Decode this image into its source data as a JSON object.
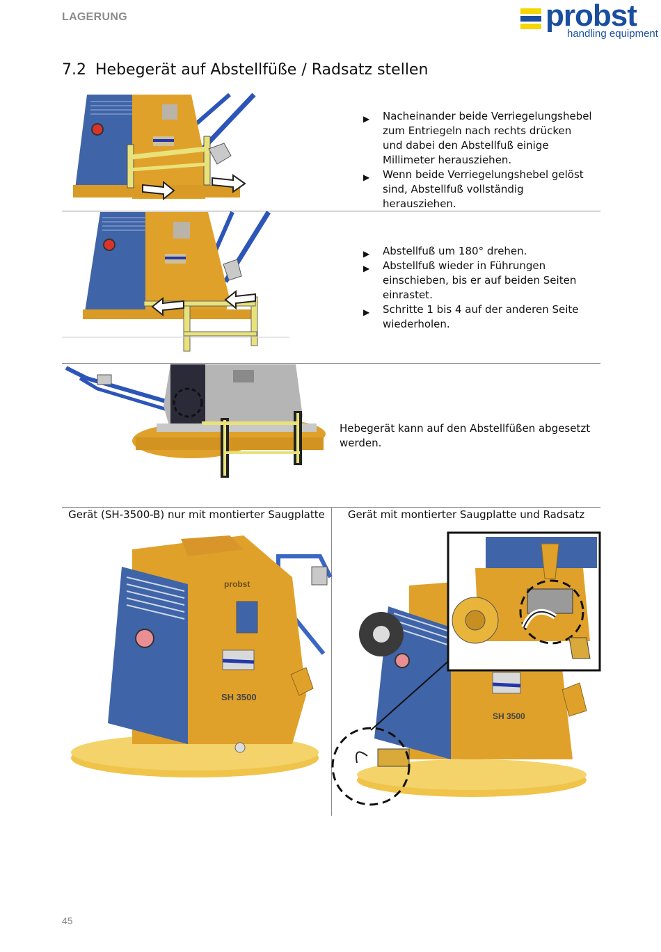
{
  "header": {
    "section": "LAGERUNG",
    "logo_word": "probst",
    "logo_sub": "handling equipment"
  },
  "title": {
    "number": "7.2",
    "text": "Hebegerät auf Abstellfüße / Radsatz stellen"
  },
  "step1": {
    "bullets": [
      "Nacheinander beide Verriegelungshebel zum Entriegeln nach rechts drücken und dabei den Abstellfuß einige Millimeter herausziehen.",
      "Wenn beide Verriegelungshebel gelöst sind, Abstellfuß vollständig herausziehen."
    ]
  },
  "step2": {
    "bullets": [
      "Abstellfuß um 180° drehen.",
      "Abstellfuß wieder in Führungen einschieben, bis er auf beiden Seiten einrastet.",
      "Schritte 1 bis 4 auf der anderen Seite wiederholen."
    ]
  },
  "step3": {
    "text": "Hebegerät kann auf den Abstellfüßen abgesetzt werden."
  },
  "comparison": {
    "left_caption": "Gerät (SH-3500-B) nur mit montierter Saugplatte",
    "right_caption": "Gerät mit montierter Saugplatte und Radsatz"
  },
  "machine_labels": {
    "left": "SH 3500",
    "right": "SH 3500",
    "brand_plate": "probst"
  },
  "colors": {
    "frame_orange": "#e0a12a",
    "panel_blue": "#3f64a8",
    "plate_yellow": "#f0c44a",
    "foot_yellow": "#e9e27a",
    "handle_blue": "#2b55b8",
    "logo_blue": "#1a4e9e",
    "logo_yellow": "#f4d600"
  },
  "footer": {
    "page_number": "45"
  }
}
